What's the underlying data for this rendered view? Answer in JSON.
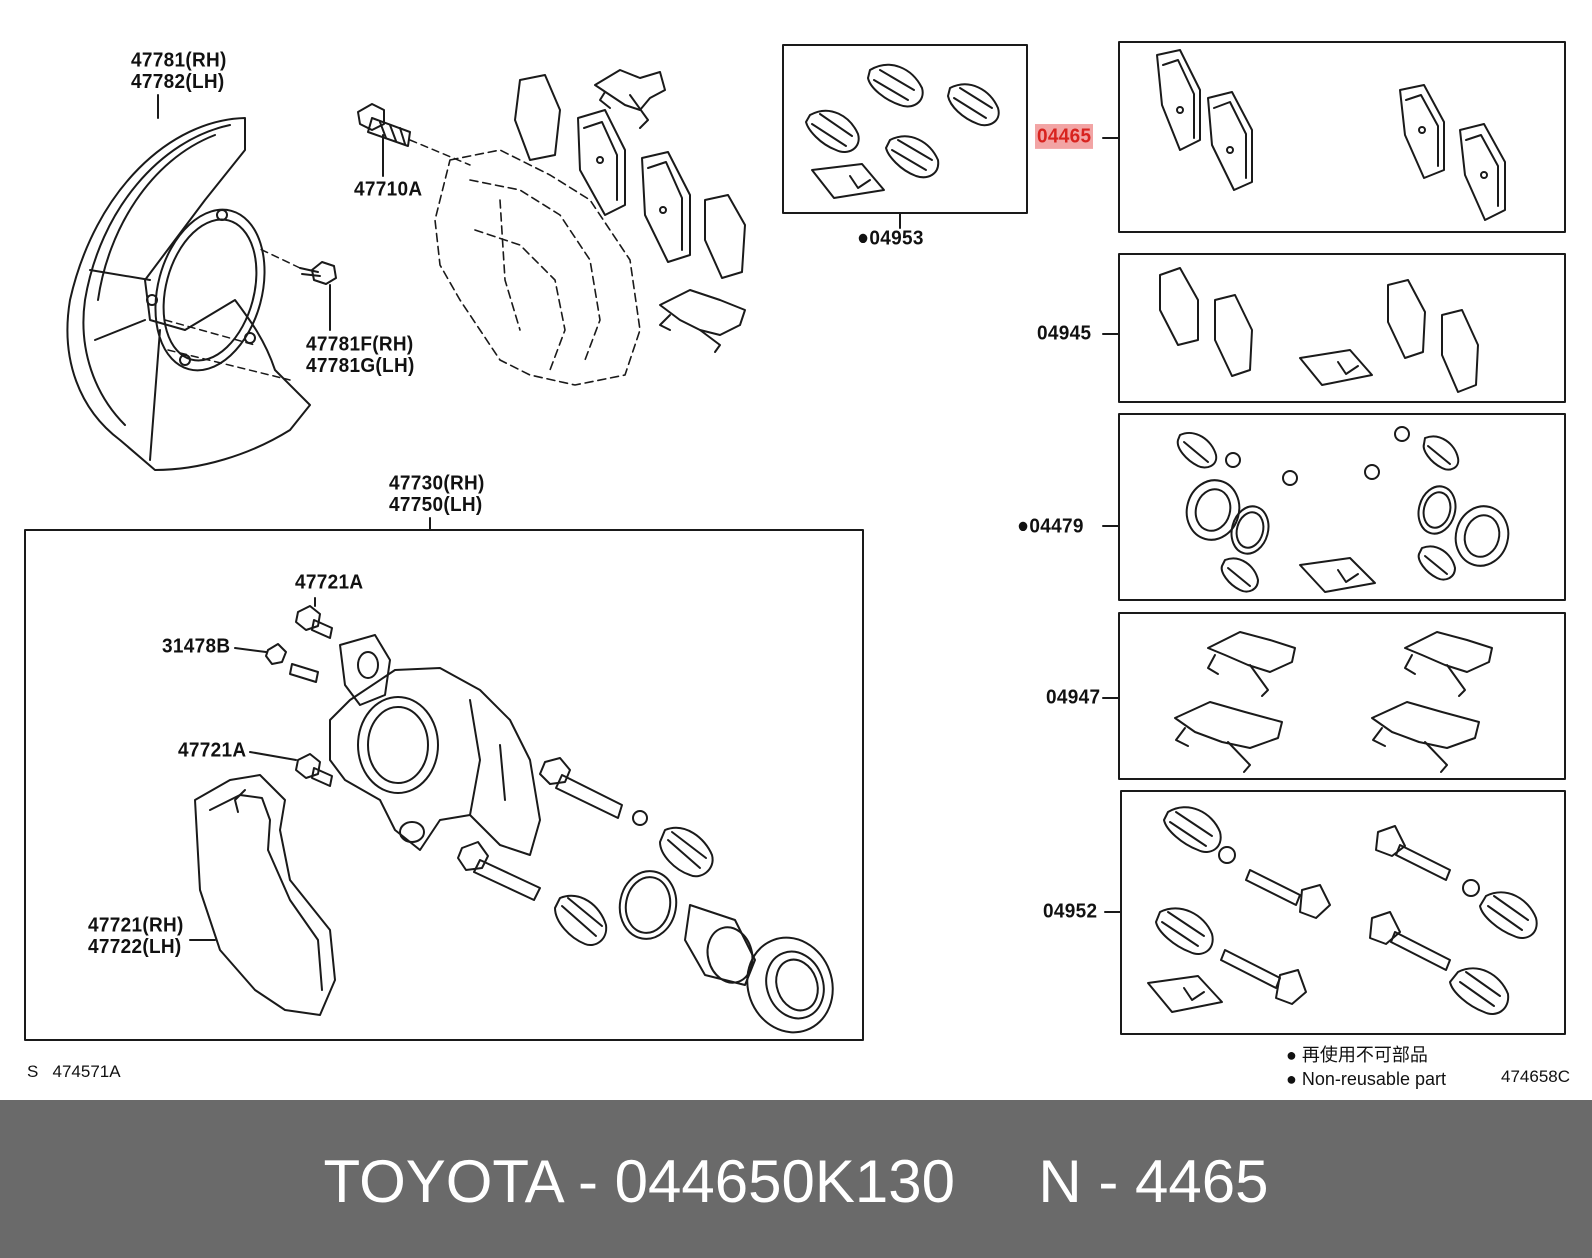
{
  "labels": {
    "p47781": "47781(RH)",
    "p47782": "47782(LH)",
    "p47710A": "47710A",
    "p47781F": "47781F(RH)",
    "p47781G": "47781G(LH)",
    "p47730": "47730(RH)",
    "p47750": "47750(LH)",
    "p47721A_top": "47721A",
    "p31478B": "31478B",
    "p47721A_mid": "47721A",
    "p47721": "47721(RH)",
    "p47722": "47722(LH)",
    "p04953": "04953",
    "p04465": "04465",
    "p04945": "04945",
    "p04479": "04479",
    "p04947": "04947",
    "p04952": "04952",
    "bullet": "●"
  },
  "codes": {
    "left": "S",
    "left_ref": "474571A",
    "right_ref": "474658C"
  },
  "legend": {
    "line1": "再使用不可部品",
    "line2": "Non-reusable part",
    "bullet": "●"
  },
  "footer": {
    "title": "TOYOTA - 044650K130     N - 4465"
  },
  "colors": {
    "highlight_bg": "#f2a4a4",
    "highlight_text": "#d8231f",
    "footer_bg": "#6a6a6a",
    "footer_text": "#ffffff"
  }
}
